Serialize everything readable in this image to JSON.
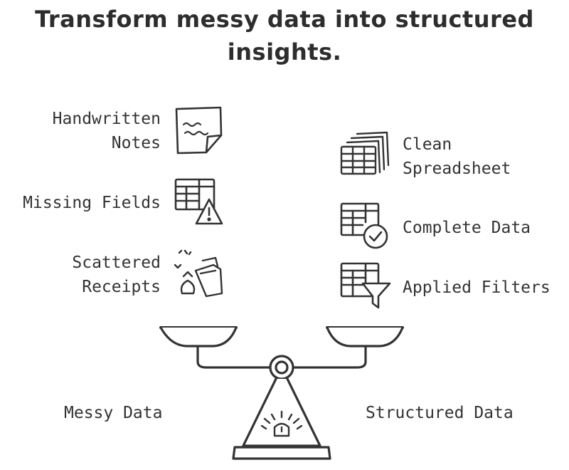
{
  "title": "Transform messy data into structured insights.",
  "left_items": [
    {
      "label": "Handwritten\nNotes",
      "icon": "handwritten-note-icon"
    },
    {
      "label": "Missing Fields",
      "icon": "table-warning-icon"
    },
    {
      "label": "Scattered\nReceipts",
      "icon": "scattered-receipts-icon"
    }
  ],
  "right_items": [
    {
      "label": "Clean\nSpreadsheet",
      "icon": "stacked-spreadsheet-icon"
    },
    {
      "label": "Complete Data",
      "icon": "table-check-icon"
    },
    {
      "label": "Applied Filters",
      "icon": "table-filter-icon"
    }
  ],
  "left_pan_label": "Messy Data",
  "right_pan_label": "Structured Data"
}
